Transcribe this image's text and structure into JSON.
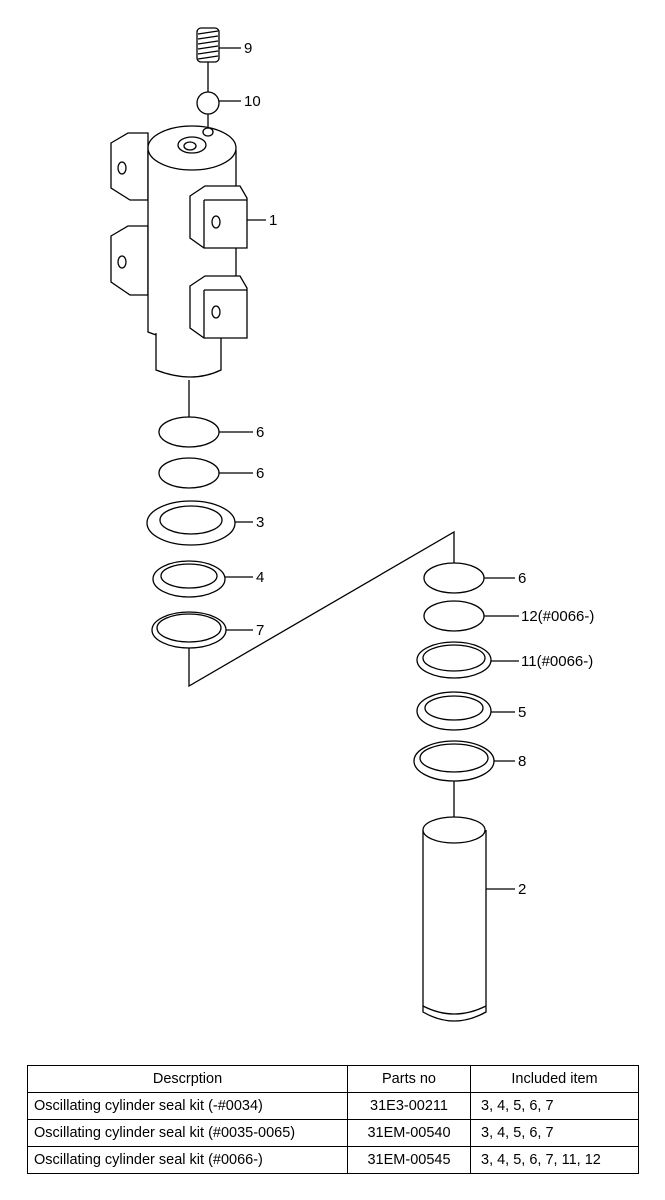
{
  "diagram": {
    "labels": [
      {
        "id": "9",
        "text": "9"
      },
      {
        "id": "10",
        "text": "10"
      },
      {
        "id": "1",
        "text": "1"
      },
      {
        "id": "6a",
        "text": "6"
      },
      {
        "id": "6b",
        "text": "6"
      },
      {
        "id": "3",
        "text": "3"
      },
      {
        "id": "4",
        "text": "4"
      },
      {
        "id": "7",
        "text": "7"
      },
      {
        "id": "6c",
        "text": "6"
      },
      {
        "id": "12",
        "text": "12(#0066-)"
      },
      {
        "id": "11",
        "text": "11(#0066-)"
      },
      {
        "id": "5",
        "text": "5"
      },
      {
        "id": "8",
        "text": "8"
      },
      {
        "id": "2",
        "text": "2"
      }
    ]
  },
  "table": {
    "headers": [
      "Descrption",
      "Parts no",
      "Included item"
    ],
    "rows": [
      {
        "description": "Oscillating cylinder seal kit (-#0034)",
        "parts_no": "31E3-00211",
        "included": "3, 4, 5, 6, 7"
      },
      {
        "description": "Oscillating cylinder seal kit (#0035-0065)",
        "parts_no": "31EM-00540",
        "included": "3, 4, 5, 6, 7"
      },
      {
        "description": "Oscillating cylinder seal kit (#0066-)",
        "parts_no": "31EM-00545",
        "included": "3, 4, 5, 6, 7, 11, 12"
      }
    ]
  }
}
